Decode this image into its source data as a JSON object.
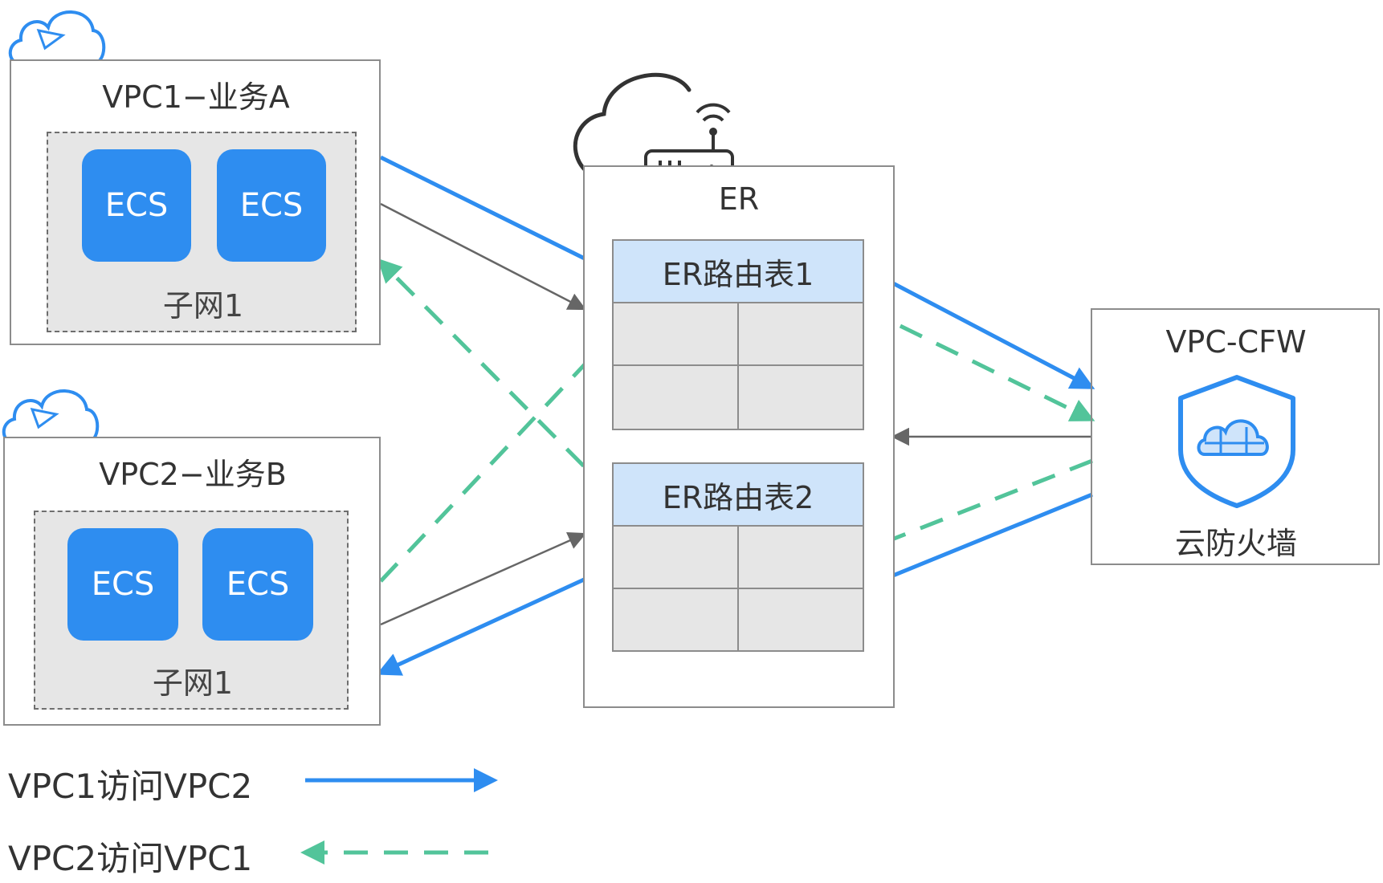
{
  "vpc1": {
    "title": "VPC1−业务A",
    "subnet_label": "子网1",
    "ecs": [
      "ECS",
      "ECS"
    ]
  },
  "vpc2": {
    "title": "VPC2−业务B",
    "subnet_label": "子网1",
    "ecs": [
      "ECS",
      "ECS"
    ]
  },
  "er": {
    "title": "ER",
    "route_table_1": "ER路由表1",
    "route_table_2": "ER路由表2"
  },
  "cfw": {
    "title": "VPC-CFW",
    "label": "云防火墙"
  },
  "legend": {
    "vpc1_to_vpc2": "VPC1访问VPC2",
    "vpc2_to_vpc1": "VPC2访问VPC1"
  },
  "colors": {
    "blue_flow": "#2e8df0",
    "green_flow": "#52c49a",
    "gray_flow": "#666666",
    "ecs_fill": "#2e8df0",
    "route_header": "#cfe4fa"
  },
  "icons": [
    "cloud-icon",
    "router-icon",
    "shield-firewall-icon"
  ]
}
